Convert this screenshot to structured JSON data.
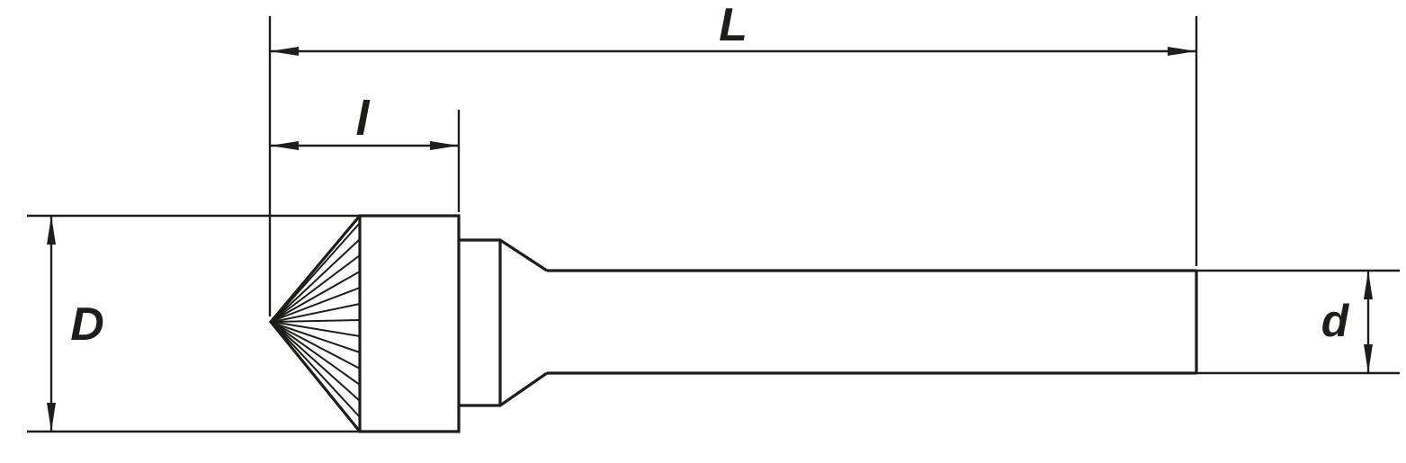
{
  "colors": {
    "line": "#1d1d1b",
    "background": "#ffffff"
  },
  "labels": {
    "total_length": "L",
    "flute_length": "l",
    "head_diameter": "D",
    "shank_diameter": "d"
  }
}
